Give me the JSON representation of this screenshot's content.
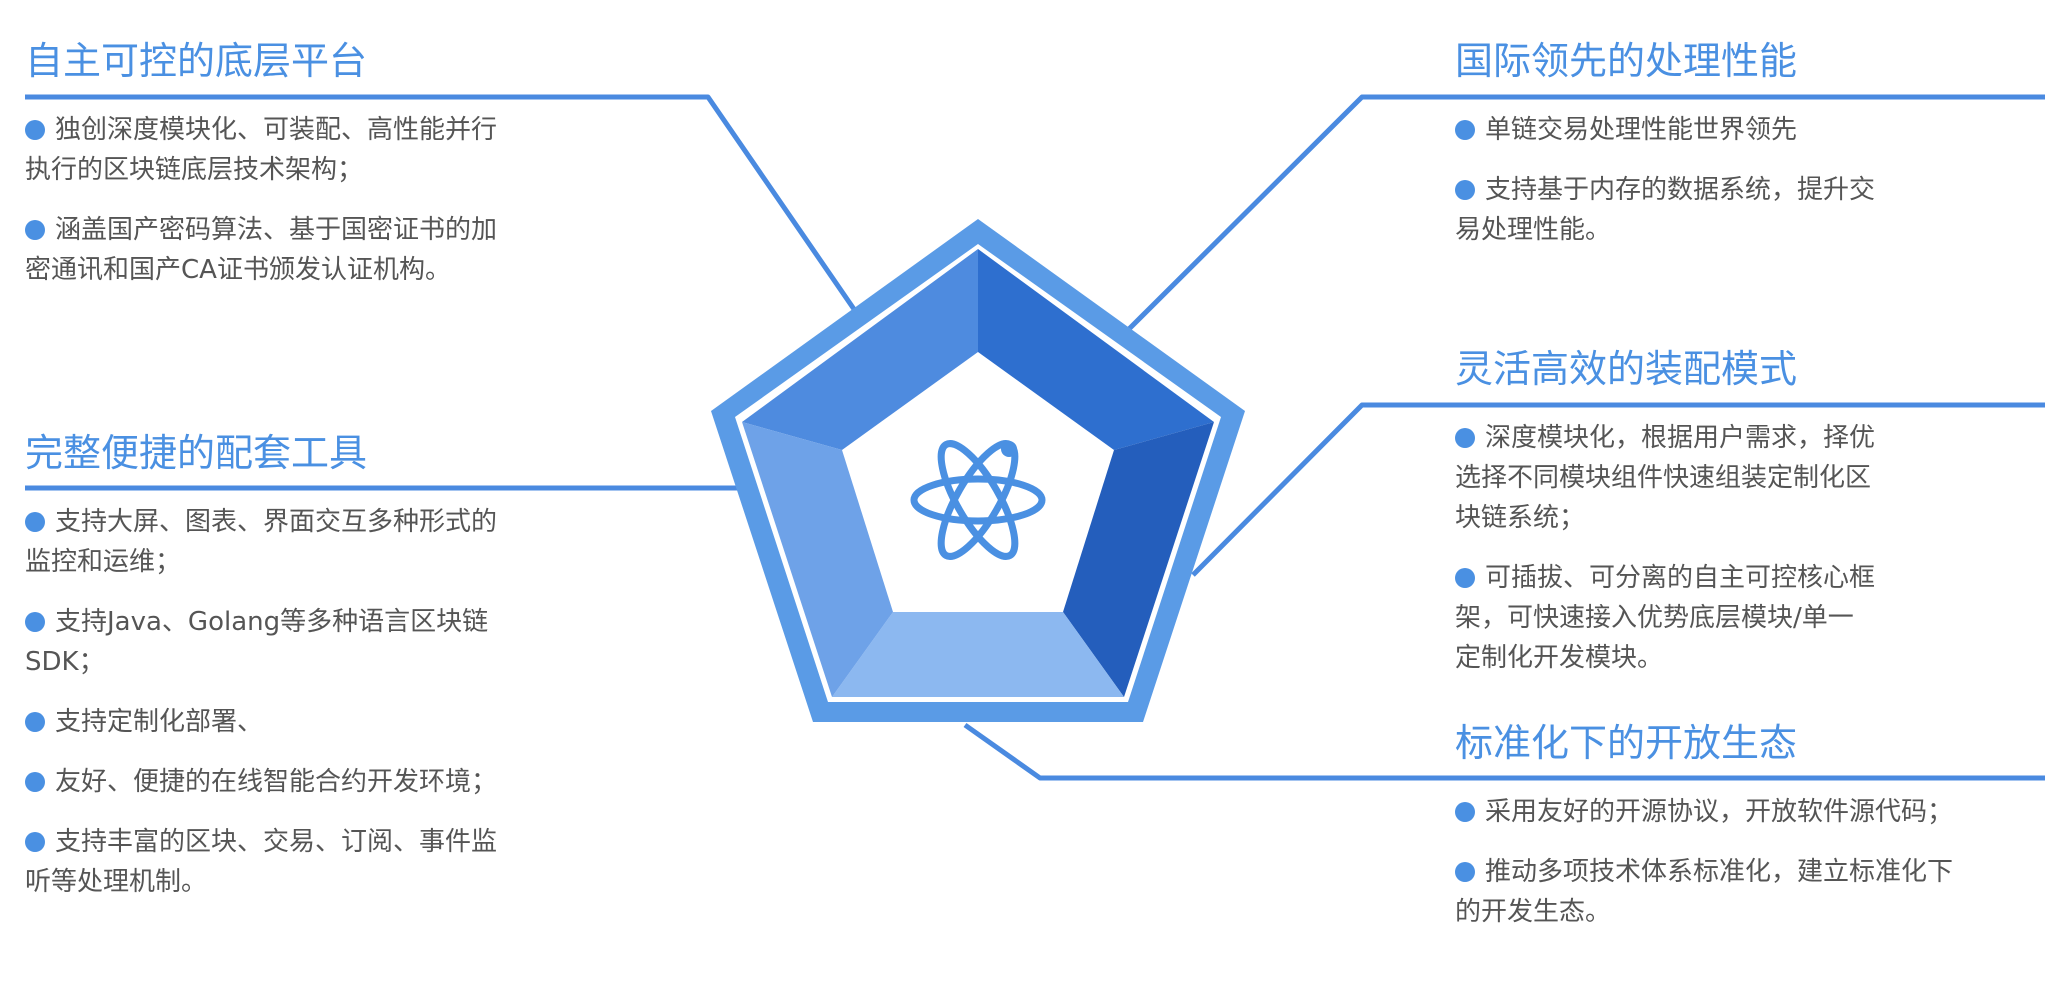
{
  "colors": {
    "accent": "#4A90E2",
    "line": "#4A8AE0",
    "text": "#555555",
    "pentagon_outer": "#5A9BE6",
    "panel_top_left": "#4E8BDF",
    "panel_top_right": "#2E6FCF",
    "panel_right": "#245EBC",
    "panel_bottom": "#8CB8F0",
    "panel_left": "#6EA2E8",
    "inner": "#FFFFFF"
  },
  "center_icon": "atom-icon",
  "bullet_icon": "dot-icon",
  "sections": {
    "top_left": {
      "title": "自主可控的底层平台",
      "bullets": [
        "独创深度模块化、可装配、高性能并行执行的区块链底层技术架构；",
        "涵盖国产密码算法、基于国密证书的加密通讯和国产CA证书颁发认证机构。"
      ]
    },
    "mid_left": {
      "title": "完整便捷的配套工具",
      "bullets": [
        "支持大屏、图表、界面交互多种形式的监控和运维；",
        "支持Java、Golang等多种语言区块链SDK；",
        "支持定制化部署、",
        "友好、便捷的在线智能合约开发环境；",
        "支持丰富的区块、交易、订阅、事件监听等处理机制。"
      ]
    },
    "top_right": {
      "title": "国际领先的处理性能",
      "bullets": [
        "单链交易处理性能世界领先",
        "支持基于内存的数据系统，提升交易处理性能。"
      ]
    },
    "mid_right": {
      "title": "灵活高效的装配模式",
      "bullets": [
        "深度模块化，根据用户需求，择优选择不同模块组件快速组装定制化区块链系统；",
        "可插拔、可分离的自主可控核心框架，可快速接入优势底层模块/单一定制化开发模块。"
      ]
    },
    "bottom_right": {
      "title": "标准化下的开放生态",
      "bullets": [
        "采用友好的开源协议，开放软件源代码；",
        "推动多项技术体系标准化，建立标准化下的开发生态。"
      ]
    }
  }
}
